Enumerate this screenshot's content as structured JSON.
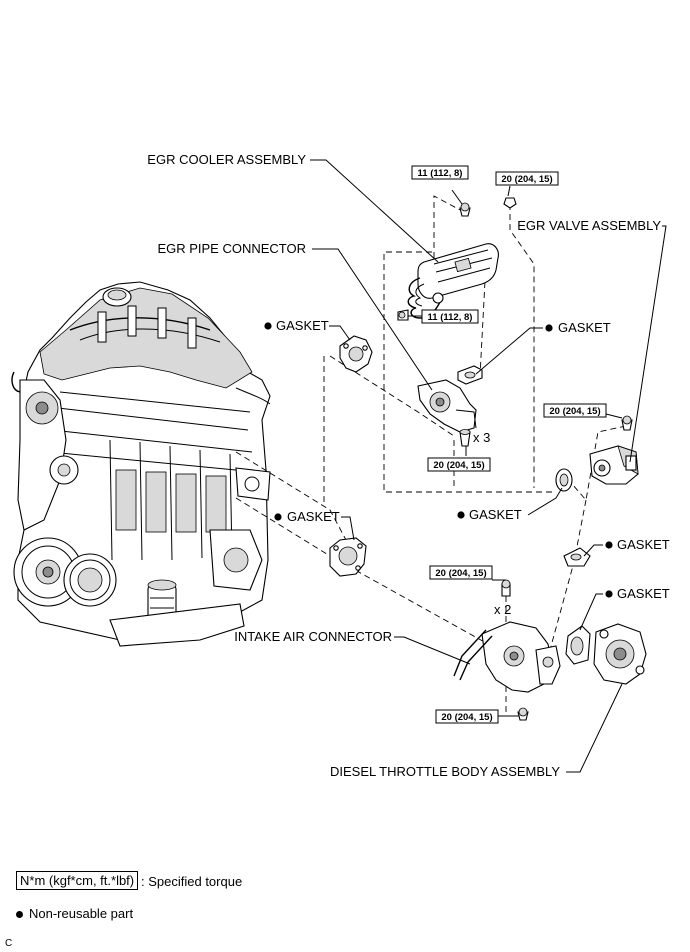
{
  "labels": {
    "egr_cooler": "EGR COOLER ASSEMBLY",
    "egr_pipe_connector": "EGR PIPE CONNECTOR",
    "egr_valve": "EGR VALVE ASSEMBLY",
    "gasket": "GASKET",
    "intake_air_connector": "INTAKE AIR CONNECTOR",
    "diesel_throttle_body": "DIESEL THROTTLE BODY ASSEMBLY"
  },
  "torque": {
    "t11": "11 (112, 8)",
    "t20": "20 (204, 15)"
  },
  "quantities": {
    "x3": "x 3",
    "x2": "x 2"
  },
  "legend": {
    "torque_box": "N*m (kgf*cm, ft.*lbf)",
    "torque_desc": ": Specified torque",
    "nonreusable": "Non-reusable part"
  },
  "figure_code": "C"
}
